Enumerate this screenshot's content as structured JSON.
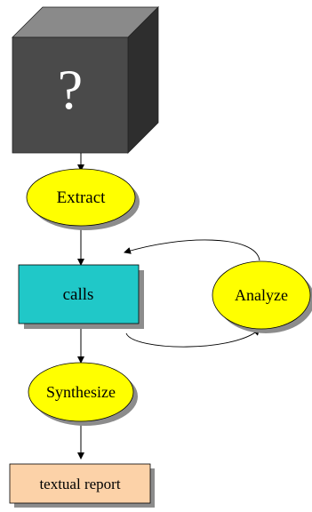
{
  "diagram": {
    "black_box": {
      "symbol": "?",
      "colors": {
        "front": "#4a4a4a",
        "top": "#8a8a8a",
        "side": "#2e2e2e",
        "symbol": "#ffffff"
      }
    },
    "nodes": {
      "extract": {
        "label": "Extract",
        "shape": "ellipse",
        "fill": "#ffff00"
      },
      "calls": {
        "label": "calls",
        "shape": "rectangle",
        "fill": "#20c8c8"
      },
      "analyze": {
        "label": "Analyze",
        "shape": "ellipse",
        "fill": "#ffff00"
      },
      "synthesize": {
        "label": "Synthesize",
        "shape": "ellipse",
        "fill": "#ffff00"
      },
      "textual_report": {
        "label": "textual report",
        "shape": "rectangle",
        "fill": "#fcd2a8"
      }
    },
    "edges": [
      {
        "from": "black_box",
        "to": "extract"
      },
      {
        "from": "extract",
        "to": "calls"
      },
      {
        "from": "calls",
        "to": "analyze"
      },
      {
        "from": "analyze",
        "to": "calls"
      },
      {
        "from": "calls",
        "to": "synthesize"
      },
      {
        "from": "synthesize",
        "to": "textual_report"
      }
    ],
    "colors": {
      "shadow": "#8c8c8c",
      "edge": "#000000"
    }
  }
}
